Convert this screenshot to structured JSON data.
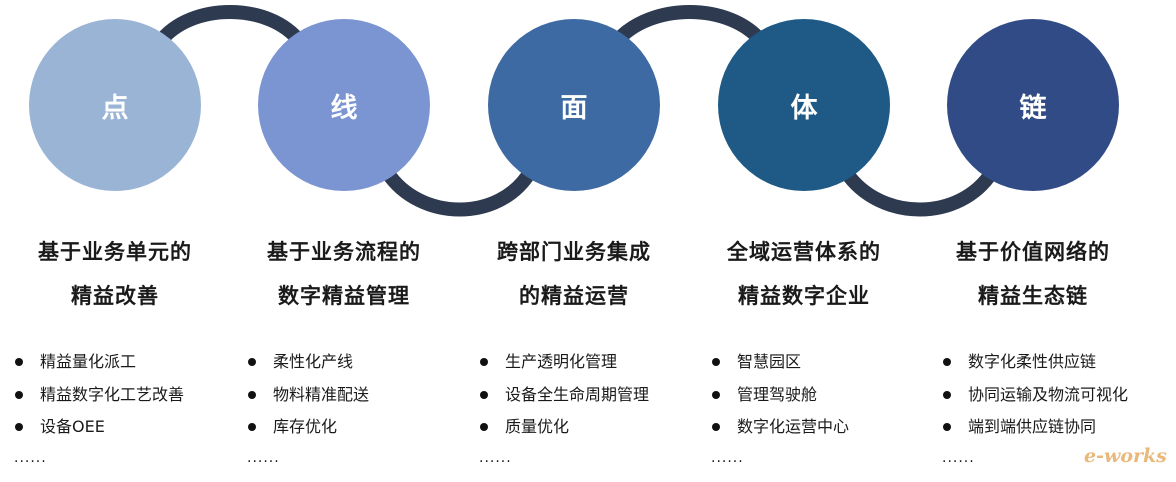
{
  "stages": [
    {
      "label": "点",
      "color": "#9ab4d6",
      "title": [
        "基于业务单元的",
        "精益改善"
      ],
      "items": [
        "精益量化派工",
        "精益数字化工艺改善",
        "设备OEE"
      ],
      "more": "......"
    },
    {
      "label": "线",
      "color": "#7b94d2",
      "title": [
        "基于业务流程的",
        "数字精益管理"
      ],
      "items": [
        "柔性化产线",
        "物料精准配送",
        "库存优化"
      ],
      "more": "......"
    },
    {
      "label": "面",
      "color": "#3d6aa3",
      "title": [
        "跨部门业务集成",
        "的精益运营"
      ],
      "items": [
        "生产透明化管理",
        "设备全生命周期管理",
        "质量优化"
      ],
      "more": "......"
    },
    {
      "label": "体",
      "color": "#1e5a85",
      "title": [
        "全域运营体系的",
        "精益数字企业"
      ],
      "items": [
        "智慧园区",
        "管理驾驶舱",
        "数字化运营中心"
      ],
      "more": "......"
    },
    {
      "label": "链",
      "color": "#304b85",
      "title": [
        "基于价值网络的",
        "精益生态链"
      ],
      "items": [
        "数字化柔性供应链",
        "协同运输及物流可视化",
        "端到端供应链协同"
      ],
      "more": "......"
    }
  ],
  "link_color": "#2d3a4f",
  "watermark": "e-works"
}
